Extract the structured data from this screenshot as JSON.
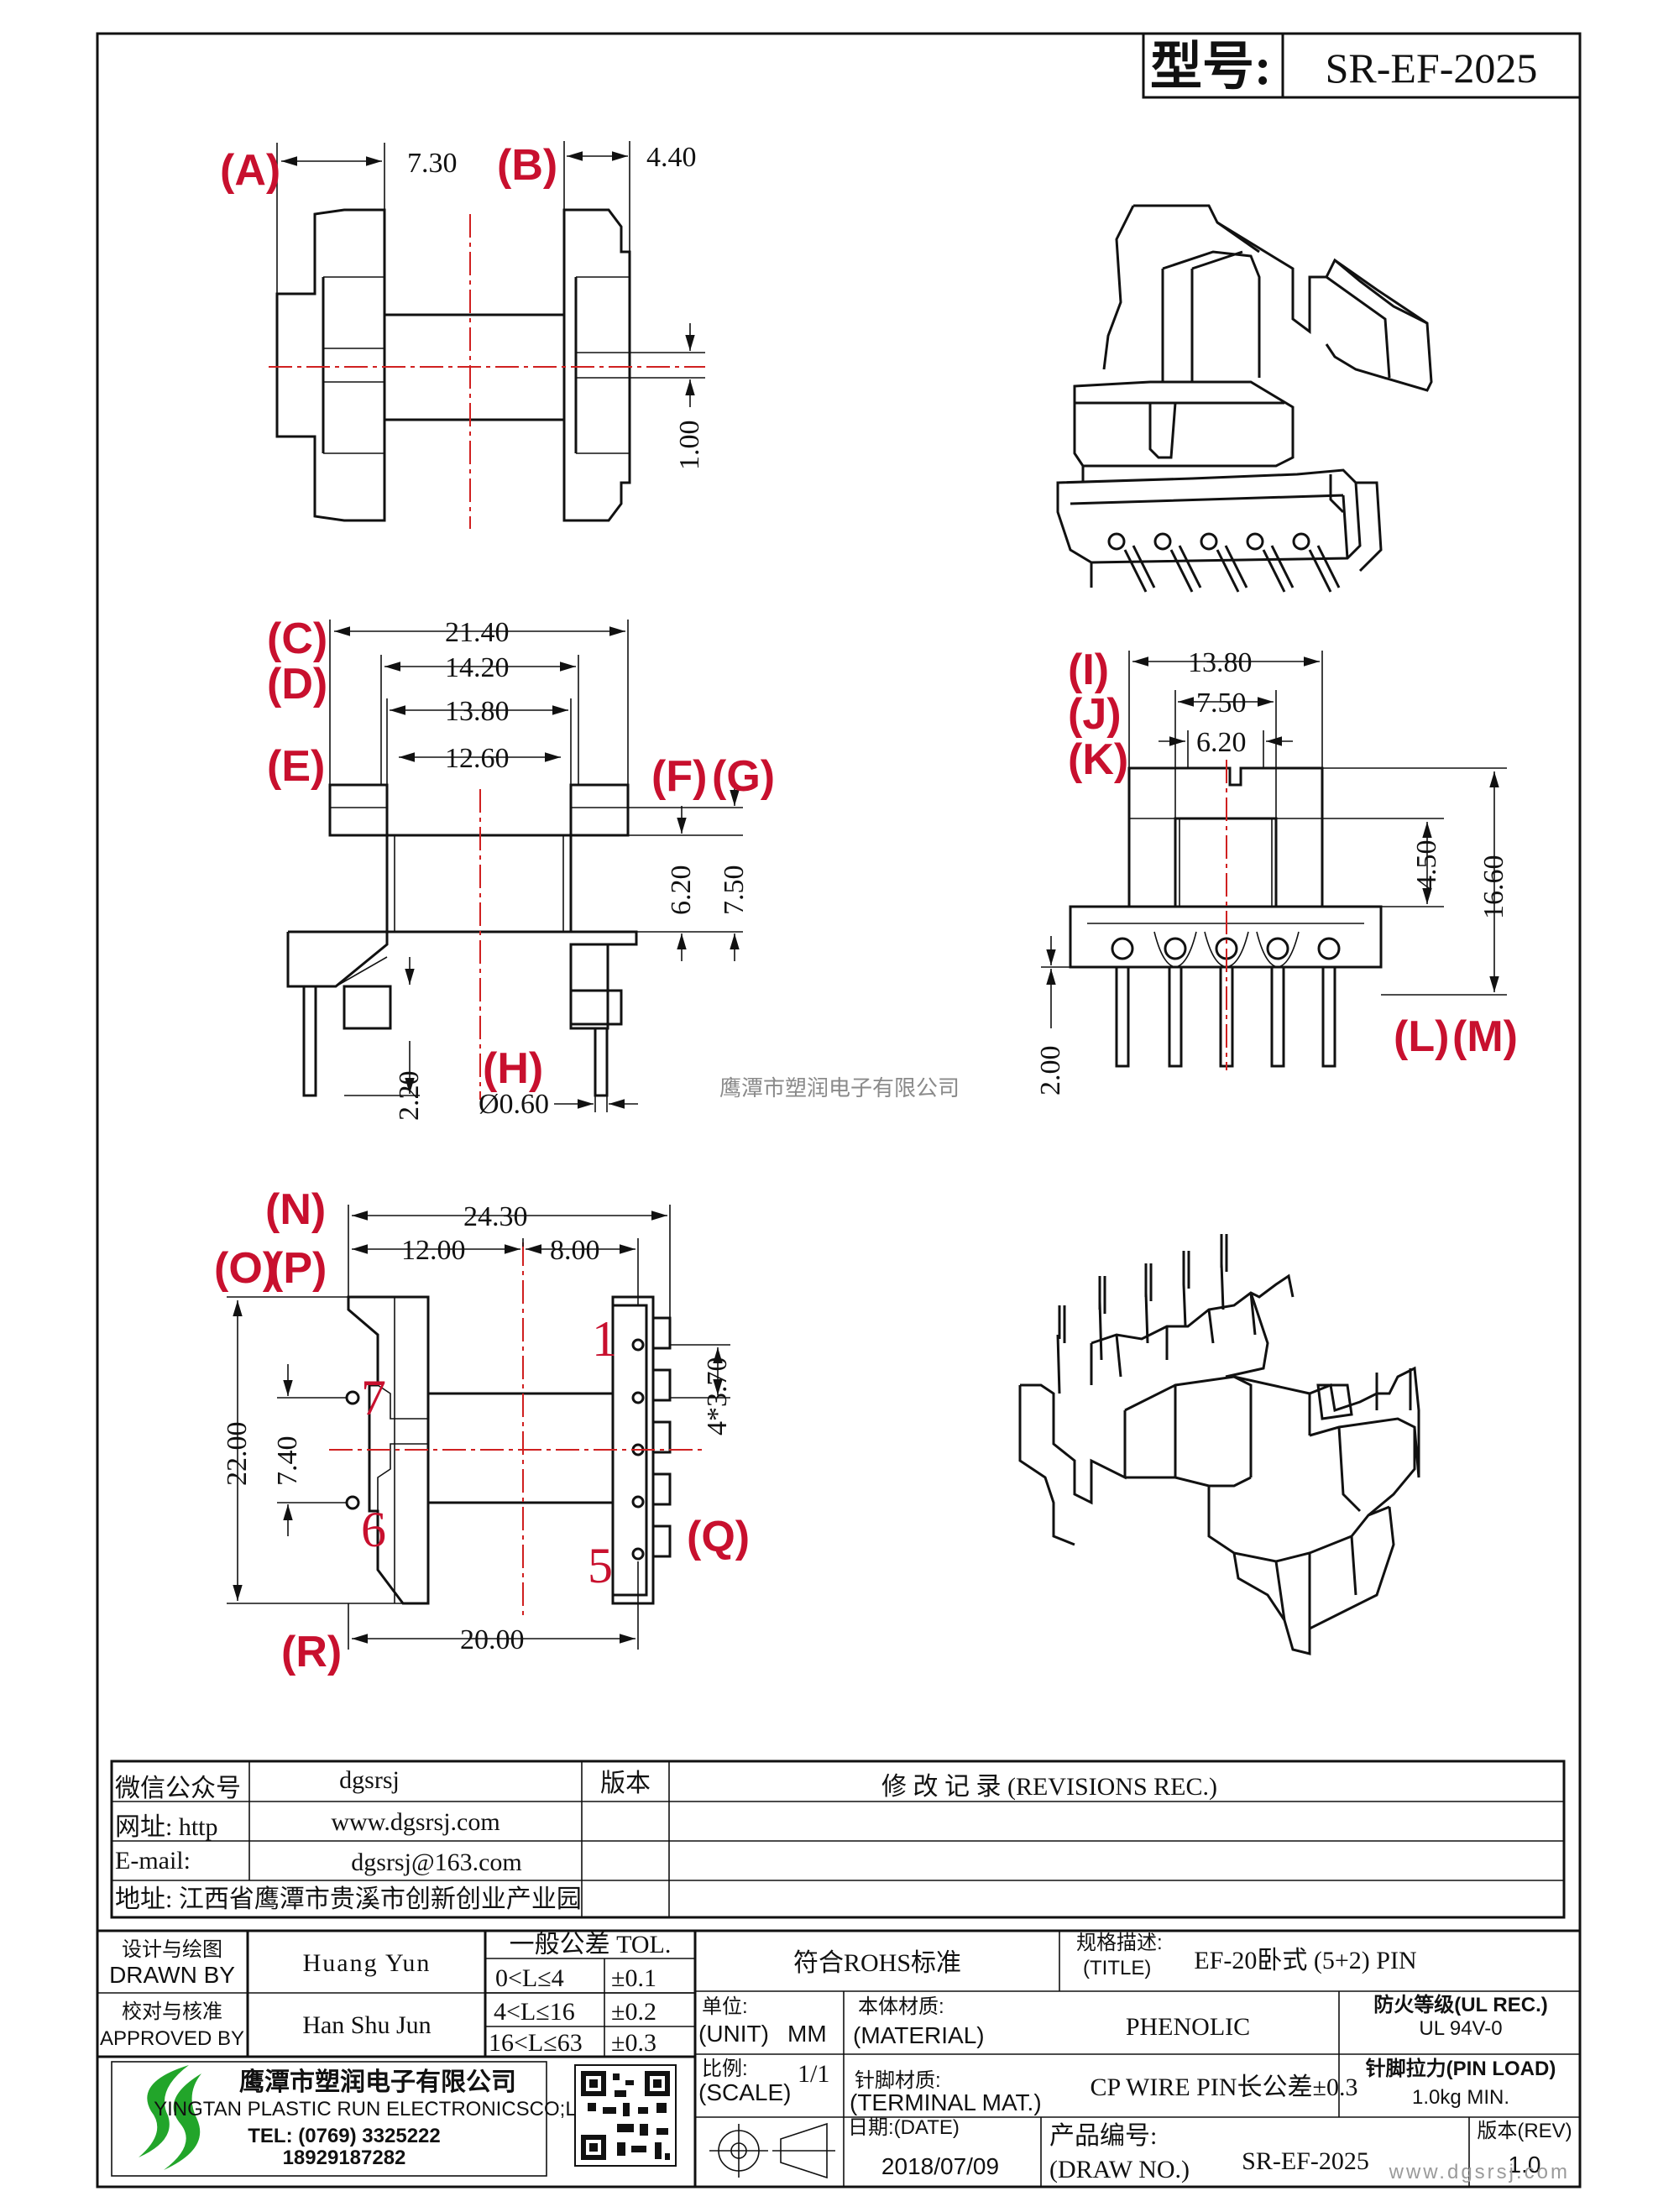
{
  "header": {
    "model_label": "型号:",
    "model_value": "SR-EF-2025"
  },
  "dimensions": {
    "top_view": {
      "a": "7.30",
      "b": "4.40",
      "c": "1.00"
    },
    "front_view": {
      "d1": "21.40",
      "d2": "14.20",
      "d3": "13.80",
      "d4": "12.60",
      "d5": "6.20",
      "d6": "7.50",
      "d7": "2.20",
      "d8": "Ø0.60"
    },
    "side_view": {
      "e1": "13.80",
      "e2": "7.50",
      "e3": "6.20",
      "e4": "4.50",
      "e5": "16.60",
      "e6": "2.00"
    },
    "bottom_view": {
      "f1": "24.30",
      "f2": "12.00",
      "f3": "8.00",
      "f4": "4*3.70",
      "f5": "22.00",
      "f6": "7.40",
      "f7": "20.00"
    }
  },
  "markers": {
    "a": "A",
    "b": "B",
    "c": "C",
    "d": "D",
    "e": "E",
    "f": "F",
    "g": "G",
    "h": "H",
    "i": "I",
    "j": "J",
    "k": "K",
    "l": "L",
    "m": "M",
    "n": "N",
    "o": "O",
    "p": "P",
    "q": "Q",
    "r": "R"
  },
  "pins": {
    "p1": "1",
    "p5": "5",
    "p6": "6",
    "p7": "7"
  },
  "watermark": "鹰潭市塑润电子有限公司",
  "corner_watermark": "www.dgsrsj.com",
  "contact_table": {
    "wechat_label": "微信公众号",
    "wechat_value": "dgsrsj",
    "web_label": "网址: http",
    "web_value": "www.dgsrsj.com",
    "email_label": "E-mail:",
    "email_value": "dgsrsj@163.com",
    "address": "地址: 江西省鹰潭市贵溪市创新创业产业园",
    "version_header": "版本",
    "revisions_header": "修 改 记 录  (REVISIONS REC.)"
  },
  "title_block": {
    "designer_cn": "设计与绘图",
    "designer_en": "DRAWN BY",
    "designer_name": "Huang Yun",
    "checker_cn": "校对与核准",
    "checker_en": "APPROVED BY",
    "checker_name": "Han Shu Jun",
    "tolerance_header": "一般公差 TOL.",
    "tol_row1_range": "0<L≤4",
    "tol_row1_value": "±0.1",
    "tol_row2_range": "4<L≤16",
    "tol_row2_value": "±0.2",
    "tol_row3_range": "16<L≤63",
    "tol_row3_value": "±0.3",
    "rohs": "符合ROHS标准",
    "title_cn": "规格描述:",
    "title_en": "(TITLE)",
    "title_value": "EF-20卧式 (5+2) PIN",
    "unit_cn": "单位:",
    "unit_en": "(UNIT)",
    "unit_value": "MM",
    "material_cn": "本体材质:",
    "material_en": "(MATERIAL)",
    "material_value": "PHENOLIC",
    "flame_cn": "防火等级(UL REC.)",
    "flame_value": "UL 94V-0",
    "scale_cn": "比例:",
    "scale_en": "(SCALE)",
    "scale_value": "1/1",
    "terminal_cn": "针脚材质:",
    "terminal_en": "(TERMINAL MAT.)",
    "terminal_value": "CP WIRE  PIN长公差±0.3",
    "pinload_cn": "针脚拉力(PIN LOAD)",
    "pinload_value": "1.0kg MIN.",
    "date_cn": "日期:(DATE)",
    "date_value": "2018/07/09",
    "drawno_cn": "产品编号:",
    "drawno_en": "(DRAW NO.)",
    "drawno_value": "SR-EF-2025",
    "rev_cn": "版本(REV)",
    "rev_value": "1.0",
    "company_cn": "鹰潭市塑润电子有限公司",
    "company_en": "YINGTAN PLASTIC RUN ELECTRONICSCO;LTD",
    "company_tel": "TEL: (0769) 3325222",
    "company_mobile": "18929187282"
  },
  "colors": {
    "line": "#111111",
    "marker": "#c8102e",
    "centerline": "#d02020",
    "watermark": "#8a8a8a"
  }
}
